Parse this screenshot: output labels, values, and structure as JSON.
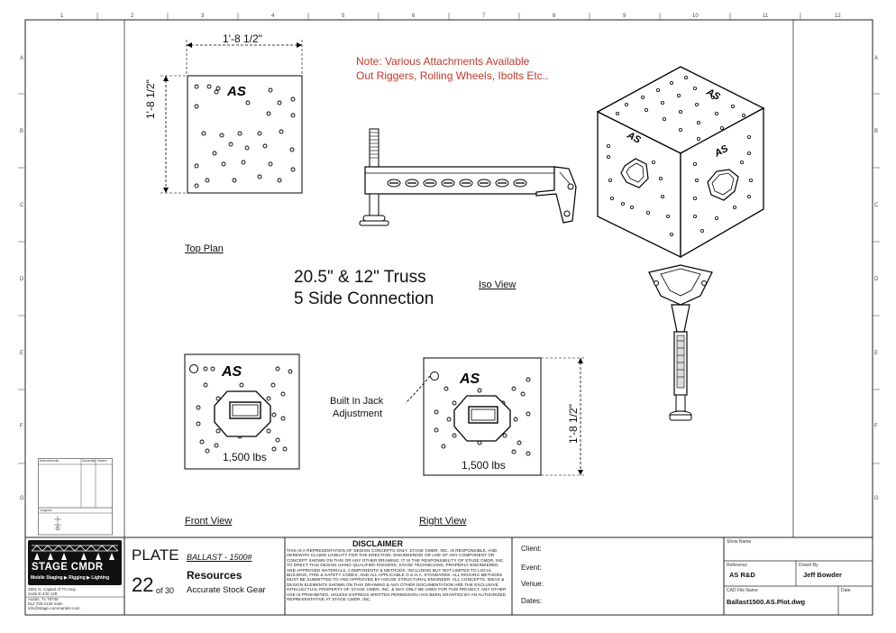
{
  "note": {
    "line1": "Note: Various Attachments Available",
    "line2": "Out Riggers, Rolling Wheels, Ibolts Etc..",
    "color": "#c0392b"
  },
  "main_title": {
    "line1": "20.5\" & 12\" Truss",
    "line2": "5 Side Connection"
  },
  "views": {
    "top_plan": "Top Plan",
    "iso_view": "Iso View",
    "front_view": "Front View",
    "right_view": "Right View"
  },
  "dimensions": {
    "top_width": "1'-8 1/2\"",
    "top_height": "1'-8 1/2\"",
    "right_height": "1'-8 1/2\""
  },
  "plate_logo": "AS",
  "load_front": "1,500 lbs",
  "load_right": "1,500 lbs",
  "callout": {
    "line1": "Built In Jack",
    "line2": "Adjustment"
  },
  "zones": {
    "numbers": [
      "1",
      "2",
      "3",
      "4",
      "5",
      "6",
      "7",
      "8",
      "9",
      "10",
      "11",
      "12"
    ],
    "letters": [
      "A",
      "B",
      "C",
      "D",
      "E",
      "F",
      "G"
    ]
  },
  "instruments_panel": {
    "header": "Instruments",
    "col2": "Quantity",
    "col3": "Notes",
    "legend": "Legend"
  },
  "company": {
    "name": "STAGE CMDR",
    "tagline": "Mobile Staging ▶ Rigging ▶ Lighting",
    "address1": "3801 N. Capital of TX Hwy",
    "address2": "Suite E-240 128",
    "address3": "Austin, Tx 78746",
    "phone": "512.730.0130 main",
    "email": "info@stage-commander.com"
  },
  "plate": {
    "word": "PLATE",
    "part": "BALLAST - 1500#",
    "number": "22",
    "of": "of 30",
    "resources": "Resources",
    "subtitle": "Accurate Stock Gear"
  },
  "disclaimer": {
    "title": "DISCLAIMER",
    "text": "THIS IS A REPRESENTATION OF DESIGN CONCEPTS ONLY. STAGE CMDR, INC. IS RESPONSIBLE, AND HEREWITH CLAIMS LIABILITY FOR THE ERECTION, ENGINEERING OR USE OF ANY COMPONENT OR CONCEPT SHOWN ON THIS OR ANY OTHER DRAWING. IT IS THE RESPONSIBILITY OF STAGE CMDR, INC. TO ERECT THIS DESIGN USING QUALIFIED RIGGERS, STAGE TECHNICIANS, PROPERLY ENGINEERED AND APPROVED MATERIALS, COMPONENTS & METHODS, INCLUDING BUT NOT LIMITED TO LOCAL BUILDING, FIRE & SAFETY CODES, AND ALL APPLICABLE O.S.H.A. STANDARDS. ALL RIGGING METHODS MUST BE SUBMITTED TO AND APPROVED BY HOUSE STRUCTURAL ENGINEER. ALL CONCEPTS, IDEAS & DESIGN ELEMENTS SHOWN ON THIS DRAWING & ANY OTHER DOCUMENTATION ARE THE EXCLUSIVE INTELLECTUAL PROPERTY OF STAGE CMDR, INC. & MAY ONLY BE USED FOR THIS PROJECT. ANY OTHER USE IS PROHIBITED, UNLESS EXPRESS WRITTEN PERMISSION HAS BEEN GRANTED BY AN AUTHORIZED REPRESENTATIVE AT STAGE CMDR, INC."
  },
  "client_fields": {
    "client": "Client:",
    "event": "Event:",
    "venue": "Venue:",
    "dates": "Dates:"
  },
  "title_block": {
    "show_name_label": "Show Name",
    "reference_label": "Reference",
    "reference_value": "AS R&D",
    "drawn_by_label": "Drawn By",
    "drawn_by_value": "Jeff Bowder",
    "cad_label": "CAD File Name",
    "cad_value": "Ballast1500.AS.Plot.dwg",
    "date_label": "Date"
  }
}
